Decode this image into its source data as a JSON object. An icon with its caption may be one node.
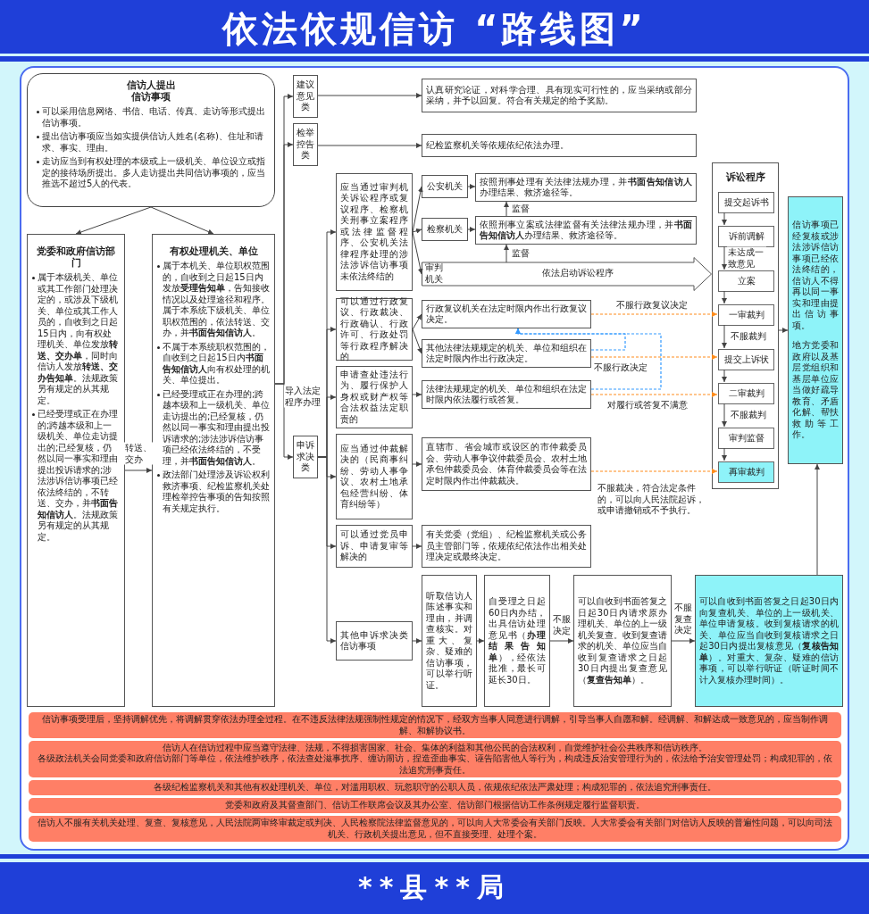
{
  "diagram": {
    "title": "依法依规信访 “路线图”",
    "nodes": [
      {
        "text": [
          "信访人提出信访事项",
          "可以采用信息网络、书信、电话、传真、走访等形式提出信访事项。",
          "提出信访事项应当如实提供信访人姓名(名称)、住址和请求、事实、理由。",
          "走访应当到有权处理的本级或上一级机关、单位设立或指定的接待场所提出。多人走访提出共同信访事项的，应当推选不超过5人的代表。"
        ]
      },
      {
        "text": [
          "党委和政府信访部门",
          "属于本级机关、单位或其工作部门处理决定的，或涉及下级机关、单位或其工作人员的，自收到之日起15日内，向有权处理机关、单位发放**转送、交办单**，同时向信访人发放**转送、交办告知单**。法规政策另有规定的从其规定。",
          "已经受理或正在办理的;跨越本级和上一级机关、单位走访提出的;已经复核，仍然以同一事实和理由提出投诉请求的;涉法涉诉信访事项已经依法终结的，不转送、交办，并**书面告知信访人**。法规政策另有规定的从其规定。"
        ]
      },
      {
        "text": [
          "有权处理机关、单位",
          "属于本机关、单位职权范围的，自收到之日起15日内发放**受理告知单**，告知接收情况以及处理途径和程序。属于本系统下级机关、单位职权范围的，依法转送、交办，并**书面告知信访人**。",
          "不属于本系统职权范围的，自收到之日起15日内**书面告知信访人**向有权处理的机关、单位提出。",
          "已经受理或正在办理的;跨越本级和上一级机关、单位走访提出的;已经复核，仍然以同一事实和理由提出投诉请求的;涉法涉诉信访事项已经依法终结的，不受理，并**书面告知信访人**。",
          "政法部门处理涉及诉讼权利救济事项、纪检监察机关处理检举控告事项的告知按照有关规定执行。"
        ]
      },
      {
        "text": [
          "建议意见类"
        ]
      },
      {
        "text": [
          "检举控告类"
        ]
      },
      {
        "text": [
          "申诉求决类"
        ]
      },
      {
        "text": [
          "认真研究论证，对科学合理、具有现实可行性的，应当采纳或部分采纳，并予以回复。符合有关规定的给予奖励。"
        ]
      },
      {
        "text": [
          "纪检监察机关等依规依纪依法办理。"
        ]
      },
      {
        "text": [
          "应当通过审判机关诉讼程序或复议程序、检察机关刑事立案程序或法律监督程序、公安机关法律程序处理的涉法涉诉信访事项未依法终结的"
        ]
      },
      {
        "text": [
          "公安机关"
        ]
      },
      {
        "text": [
          "按照刑事处理有关法律法规办理，并**书面告知信访人**办理结果、救济途径等。"
        ]
      },
      {
        "text": [
          "检察机关"
        ]
      },
      {
        "text": [
          "依照刑事立案或法律监督有关法律法规办理，并**书面告知信访人**办理结果、救济途径等。"
        ]
      },
      {
        "text": [
          "审判机关",
          "依法启动诉讼程序"
        ]
      },
      {
        "text": [
          "可以通过行政复议、行政裁决、行政确认、行政许可、行政处罚等行政程序解决的"
        ]
      },
      {
        "text": [
          "行政复议机关在法定时限内作出行政复议决定。"
        ]
      },
      {
        "text": [
          "其他法律法规规定的机关、单位和组织在法定时限内作出行政决定。"
        ]
      },
      {
        "text": [
          "申请查处违法行为、履行保护人身权或财产权等合法权益法定职责的"
        ]
      },
      {
        "text": [
          "法律法规规定的机关、单位和组织在法定时限内依法履行或答复。"
        ]
      },
      {
        "text": [
          "应当通过仲裁解决的（民商事纠纷、劳动人事争议、农村土地承包经营纠纷、体育纠纷等）"
        ]
      },
      {
        "text": [
          "直辖市、省会城市或设区的市仲裁委员会、劳动人事争议仲裁委员会、农村土地承包仲裁委员会、体育仲裁委员会等在法定时限内作出仲裁裁决。"
        ]
      },
      {
        "text": [
          "可以通过党员申诉、申请复审等解决的"
        ]
      },
      {
        "text": [
          "有关党委（党组）、纪检监察机关或公务员主管部门等，依规依纪依法作出相关处理决定或最终决定。"
        ]
      },
      {
        "text": [
          "其他申诉求决类信访事项"
        ]
      },
      {
        "text": [
          "听取信访人陈述事实和理由，并调查核实。对重大、复杂、疑难的信访事项，可以举行听证。"
        ]
      },
      {
        "text": [
          "自受理之日起60日内办结，出具信访处理意见书（**办理结果告知单**），经依法批准，最长可延长30日。"
        ]
      },
      {
        "text": [
          "可以自收到书面答复之日起30日内请求原办理机关、单位的上一级机关复查。收到复查请求的机关、单位应当自收到复查请求之日起30日内提出复查意见（**复查告知单**）。"
        ]
      },
      {
        "text": [
          "可以自收到书面答复之日起30日内向复查机关、单位的上一级机关、单位申请复核。收到复核请求的机关、单位应当自收到复核请求之日起30日内提出复核意见（**复核告知单**）。对重大、复杂、疑难的信访事项，可以举行听证（听证时间不计入复核办理时间）。"
        ]
      },
      {
        "text": [
          "诉讼程序"
        ]
      },
      {
        "text": [
          "提交起诉书"
        ],
        "in": 28
      },
      {
        "text": [
          "诉前调解"
        ],
        "in": 28
      },
      {
        "text": [
          "立案"
        ],
        "in": 28
      },
      {
        "text": [
          "一审裁判"
        ],
        "in": 28
      },
      {
        "text": [
          "提交上诉状"
        ],
        "in": 28
      },
      {
        "text": [
          "二审裁判"
        ],
        "in": 28
      },
      {
        "text": [
          "审判监督"
        ],
        "in": 28
      },
      {
        "text": [
          "再审裁判"
        ],
        "in": 28
      },
      {
        "text": [
          "信访事项已经复核或涉法涉诉信访事项已经依法终结的，信访人不得再以同一事实和理由提出信访事项。",
          "地方党委和政府以及基层党组织和基层单位应当做好疏导教育、矛盾化解、帮扶救助等工作。"
        ]
      },
      {
        "text": [
          "信访事项受理后，坚持调解优先，将调解贯穿依法办理全过程。在不违反法律法规强制性规定的情况下，经双方当事人同意进行调解，引导当事人自愿和解。经调解、和解达成一致意见的，应当制作调解、和解协议书。"
        ]
      },
      {
        "text": [
          "信访人在信访过程中应当遵守法律、法规，不得损害国家、社会、集体的利益和其他公民的合法权利，自觉维护社会公共秩序和信访秩序。",
          "各级政法机关会同党委和政府信访部门等单位，依法维护秩序，依法查处滋事扰序、缠访闹访，捏造歪曲事实、诬告陷害他人等行为，构成违反治安管理行为的，依法给予治安管理处罚；构成犯罪的，依法追究刑事责任。"
        ]
      },
      {
        "text": [
          "各级纪检监察机关和其他有权处理机关、单位，对滥用职权、玩忽职守的公职人员，依规依纪依法严肃处理；构成犯罪的，依法追究刑事责任。"
        ]
      },
      {
        "text": [
          "党委和政府及其督查部门、信访工作联席会议及其办公室、信访部门根据信访工作条例规定履行监督职责。"
        ]
      },
      {
        "text": [
          "信访人不服有关机关处理、复查、复核意见，人民法院两审终审裁定或判决、人民检察院法律监督意见的，可以向人大常委会有关部门反映。人大常委会有关部门对信访人反映的普遍性问题，可以向司法机关、行政机关提出意见，但不直接受理、处理个案。"
        ]
      }
    ],
    "edges": [
      {
        "from": 0,
        "to": 1,
        "arrow": "to"
      },
      {
        "from": 0,
        "to": 2,
        "arrow": "to"
      },
      {
        "from": 1,
        "to": 2,
        "arrow": "to",
        "label": "转送、交办"
      },
      {
        "from": 2,
        "to": 3,
        "arrow": "to",
        "label": "导入法定程序办理"
      },
      {
        "from": 2,
        "to": 4,
        "arrow": "to"
      },
      {
        "from": 2,
        "to": 5,
        "arrow": "to"
      },
      {
        "from": 3,
        "to": 6,
        "arrow": "to"
      },
      {
        "from": 4,
        "to": 7,
        "arrow": "to"
      },
      {
        "from": 5,
        "to": 8,
        "arrow": "to"
      },
      {
        "from": 5,
        "to": 14,
        "arrow": "to"
      },
      {
        "from": 5,
        "to": 17,
        "arrow": "to"
      },
      {
        "from": 5,
        "to": 19,
        "arrow": "to"
      },
      {
        "from": 5,
        "to": 21,
        "arrow": "to"
      },
      {
        "from": 5,
        "to": 23,
        "arrow": "to"
      },
      {
        "from": 8,
        "to": 9,
        "arrow": "to"
      },
      {
        "from": 8,
        "to": 11,
        "arrow": "to"
      },
      {
        "from": 8,
        "to": 13,
        "arrow": "to"
      },
      {
        "from": 9,
        "to": 10,
        "arrow": "to"
      },
      {
        "from": 11,
        "to": 12,
        "arrow": "to"
      },
      {
        "from": 12,
        "to": 10,
        "arrow": "to",
        "label": "监督"
      },
      {
        "from": 13,
        "to": 12,
        "arrow": "to",
        "label": "监督"
      },
      {
        "from": 14,
        "to": 15,
        "arrow": "to"
      },
      {
        "from": 14,
        "to": 16,
        "arrow": "to"
      },
      {
        "from": 17,
        "to": 18,
        "arrow": "to"
      },
      {
        "from": 19,
        "to": 20,
        "arrow": "to"
      },
      {
        "from": 21,
        "to": 22,
        "arrow": "to"
      },
      {
        "from": 23,
        "to": 24,
        "arrow": "to"
      },
      {
        "from": 24,
        "to": 25,
        "arrow": "to"
      },
      {
        "from": 25,
        "to": 26,
        "arrow": "to",
        "label": "不服决定"
      },
      {
        "from": 26,
        "to": 27,
        "arrow": "to",
        "label": "不服复查决定"
      },
      {
        "from": 27,
        "to": 37,
        "arrow": "to"
      },
      {
        "from": 28,
        "to": 37,
        "arrow": "to"
      },
      {
        "from": 15,
        "to": 32,
        "arrow": "to",
        "label": "不服行政复议决定",
        "style": "dashed",
        "color": "#ff8c1a"
      },
      {
        "from": 16,
        "to": 33,
        "arrow": "to",
        "label": "不服行政决定",
        "style": "dashed",
        "color": "#ff8c1a"
      },
      {
        "from": 18,
        "to": 34,
        "arrow": "to",
        "label": "对履行或答复不满意",
        "style": "dashed",
        "color": "#ff8c1a"
      },
      {
        "from": 20,
        "to": 36,
        "arrow": "to",
        "label": "不服裁决，符合法定条件的，可以向人民法院起诉，或申请撤销或不予执行。",
        "style": "dashed",
        "color": "#ff8c1a"
      },
      {
        "from": 16,
        "to": 15,
        "arrow": "to",
        "style": "dashed",
        "color": "#3399ff"
      },
      {
        "from": 18,
        "to": 15,
        "arrow": "to",
        "style": "dashed",
        "color": "#3399ff"
      },
      {
        "from": 29,
        "to": 30,
        "arrow": "to"
      },
      {
        "from": 30,
        "to": 31,
        "arrow": "to",
        "label": "未达成一致意见"
      },
      {
        "from": 31,
        "to": 32,
        "arrow": "to"
      },
      {
        "from": 32,
        "to": 33,
        "arrow": "to",
        "label": "不服裁判"
      },
      {
        "from": 33,
        "to": 34,
        "arrow": "to"
      },
      {
        "from": 34,
        "to": 35,
        "arrow": "to",
        "label": "不服裁判"
      },
      {
        "from": 35,
        "to": 36,
        "arrow": "to"
      }
    ],
    "labels": [
      "****县****局"
    ]
  }
}
